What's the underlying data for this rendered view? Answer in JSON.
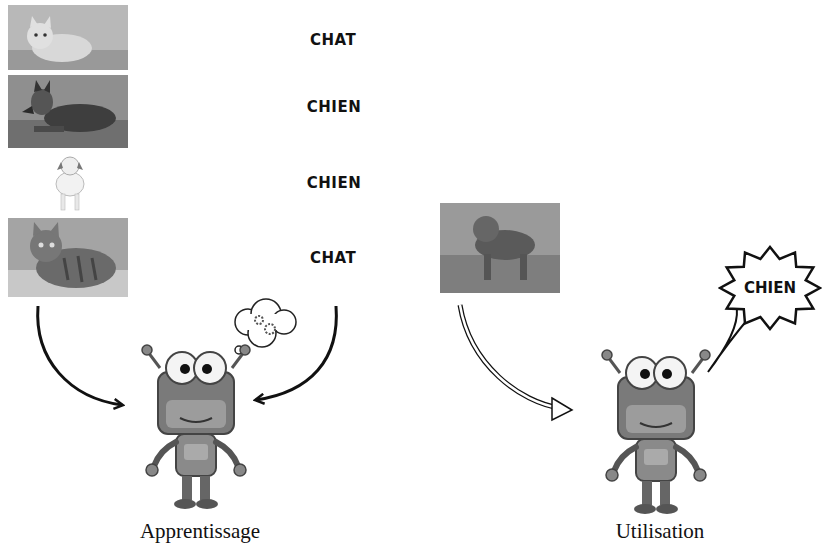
{
  "diagram": {
    "nodes": [
      {
        "text": [
          "CHIEN"
        ]
      }
    ],
    "labels": [
      "CHAT",
      "CHIEN",
      "CHIEN",
      "CHAT",
      "Apprentissage",
      "Utilisation"
    ]
  }
}
